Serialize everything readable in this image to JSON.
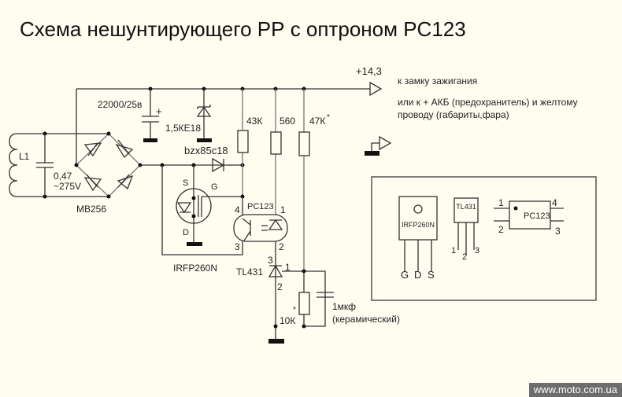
{
  "title": "Схема нешунтирующего РР с оптроном PC123",
  "watermark": "www.moto.com.ua",
  "labels": {
    "voltage": "+14,3",
    "out_line1": "к замку  зажигания",
    "out_line2": "или к + АКБ (предохранитель) и желтому",
    "out_line3": "проводу (габариты,фара)",
    "cap_main": "22000/25в",
    "cap_plus": "+",
    "tvs": "1,5КЕ18",
    "zener": "bzx85c18",
    "r1": "43К",
    "r2": "560",
    "r3": "47К",
    "r3_star": "*",
    "coil": "L1",
    "cap_in_1": "0,47",
    "cap_in_2": "~275V",
    "bridge": "MB256",
    "mosfet": "IRFP260N",
    "mos_s": "S",
    "mos_g": "G",
    "mos_d": "D",
    "opto": "PC123",
    "opto_p1": "1",
    "opto_p2": "2",
    "opto_p3": "3",
    "opto_p4": "4",
    "tl": "TL431",
    "tl_p1": "1",
    "tl_p2": "2",
    "tl_p3": "3",
    "r4": "10К",
    "r4_star": "*",
    "cap_fb_1": "1мкф",
    "cap_fb_2": "(керамический)"
  },
  "pinout": {
    "mosfet_name": "IRFP260N",
    "mosfet_pins": [
      "G",
      "D",
      "S"
    ],
    "tl_name": "TL431",
    "tl_pins": [
      "1",
      "2",
      "3"
    ],
    "opto_name": "PC123",
    "opto_pins": [
      "1",
      "2",
      "3",
      "4"
    ]
  }
}
